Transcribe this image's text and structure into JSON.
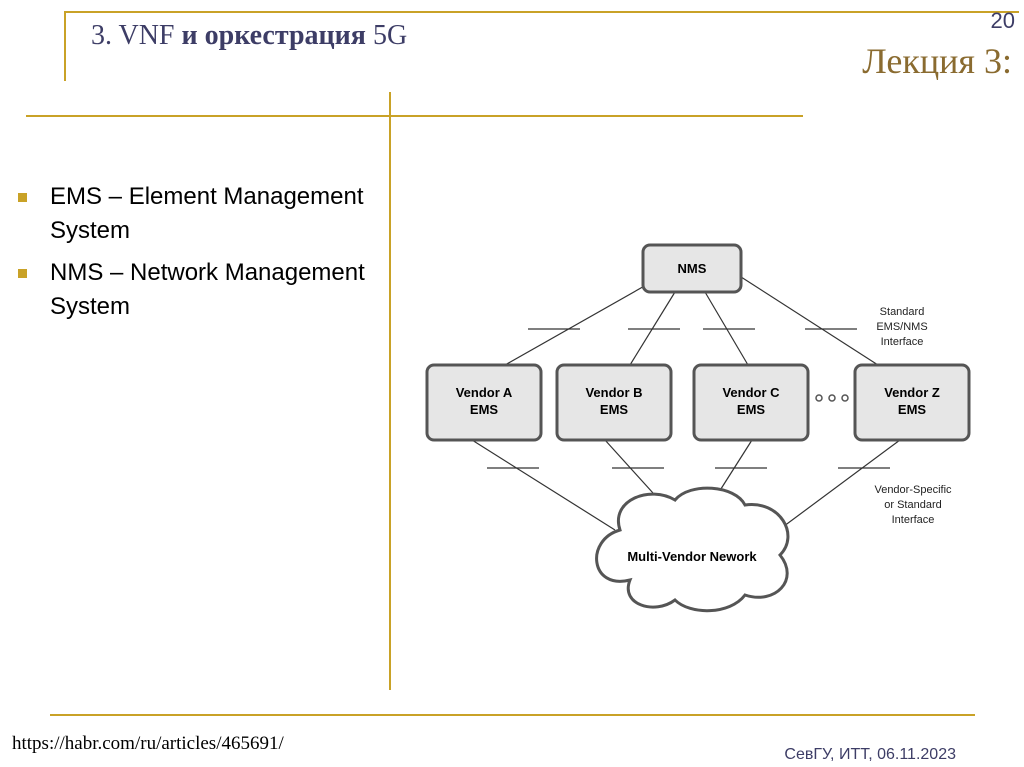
{
  "header": {
    "title_prefix": "3. VNF ",
    "title_bold": "и оркестрация",
    "title_suffix": " 5G",
    "page_number": "20",
    "lecture": "Лекция 3:"
  },
  "bullets": [
    {
      "text": "EMS – Element Management System"
    },
    {
      "text": "NMS – Network Management System"
    }
  ],
  "diagram": {
    "nms": "NMS",
    "ems_nodes": [
      {
        "line1": "Vendor A",
        "line2": "EMS"
      },
      {
        "line1": "Vendor B",
        "line2": "EMS"
      },
      {
        "line1": "Vendor C",
        "line2": "EMS"
      },
      {
        "line1": "Vendor Z",
        "line2": "EMS"
      }
    ],
    "network": "Multi-Vendor Nework",
    "standard_interface": [
      "Standard",
      "EMS/NMS",
      "Interface"
    ],
    "vendor_interface": [
      "Vendor-Specific",
      "or Standard",
      "Interface"
    ]
  },
  "footer": {
    "source": "https://habr.com/ru/articles/465691/",
    "credit": "СевГУ, ИТТ, 06.11.2023"
  },
  "colors": {
    "accent": "#c9a227",
    "title": "#3d3d66",
    "lecture": "#8a6b30",
    "node_fill": "#e6e6e6",
    "node_stroke": "#555555"
  }
}
